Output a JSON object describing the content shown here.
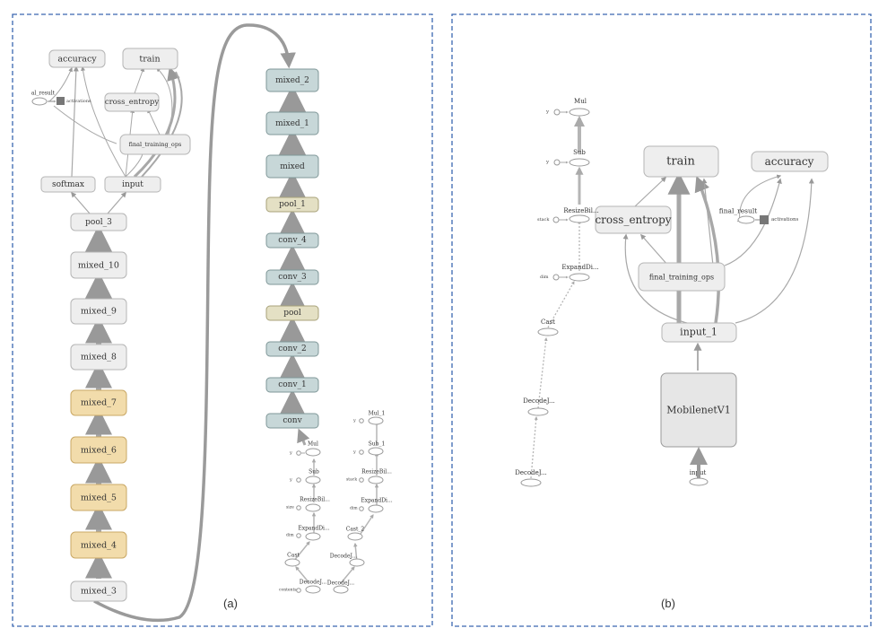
{
  "colors": {
    "frame": "#3a66b0",
    "node_gray": "#eeeeee",
    "node_gray_stroke": "#b5b5b5",
    "node_orange": "#f2dcab",
    "node_orange_stroke": "#c9a866",
    "node_teal": "#c7d7d8",
    "node_teal_stroke": "#7f9798",
    "node_tan": "#e4e0c4",
    "node_tan_stroke": "#a8a27a",
    "edge": "#a6a6a6"
  },
  "panels": {
    "a": {
      "label": "(a)",
      "nodes": {
        "accuracy": "accuracy",
        "train": "train",
        "cross_entropy": "cross_entropy",
        "final_training_ops": "final_training_ops",
        "softmax": "softmax",
        "input": "input",
        "pool_3": "pool_3",
        "mixed_10": "mixed_10",
        "mixed_9": "mixed_9",
        "mixed_8": "mixed_8",
        "mixed_7": "mixed_7",
        "mixed_6": "mixed_6",
        "mixed_5": "mixed_5",
        "mixed_4": "mixed_4",
        "mixed_3": "mixed_3",
        "mixed_2": "mixed_2",
        "mixed_1": "mixed_1",
        "mixed": "mixed",
        "pool_1": "pool_1",
        "conv_4": "conv_4",
        "conv_3": "conv_3",
        "pool": "pool",
        "conv_2": "conv_2",
        "conv_1": "conv_1",
        "conv": "conv"
      },
      "small": {
        "al_result": "al_result",
        "activations": "activations",
        "mul": "Mul",
        "sub": "Sub",
        "resize": "ResizeBil...",
        "expand": "ExpandDi...",
        "cast": "Cast",
        "decode": "DecodeJ...",
        "y1": "y",
        "y2": "y",
        "size": "size",
        "dim": "dim",
        "contents": "contents",
        "mul_1": "Mul_1",
        "sub_1": "Sub_1",
        "resize_2": "ResizeBil...",
        "expand_2": "ExpandDi...",
        "cast_2": "Cast_2",
        "decode_2": "DecodeJ...",
        "decode_3": "DecodeJ...",
        "y3": "y",
        "y4": "y",
        "stack": "stack",
        "dim_2": "dim"
      }
    },
    "b": {
      "label": "(b)",
      "nodes": {
        "train": "train",
        "accuracy": "accuracy",
        "cross_entropy": "cross_entropy",
        "final_training_ops": "final_training_ops",
        "input_1": "input_1",
        "mobilenet": "MobilenetV1"
      },
      "small": {
        "mul": "Mul",
        "sub": "Sub",
        "resize": "ResizeBil...",
        "expand": "ExpandDi...",
        "cast": "Cast",
        "decode_1": "DecodeJ...",
        "decode_2": "DecodeJ...",
        "y1": "y",
        "y2": "y",
        "stack": "stack",
        "dim": "dim",
        "final_result": "final_result",
        "activations": "activations",
        "input": "input"
      }
    }
  }
}
